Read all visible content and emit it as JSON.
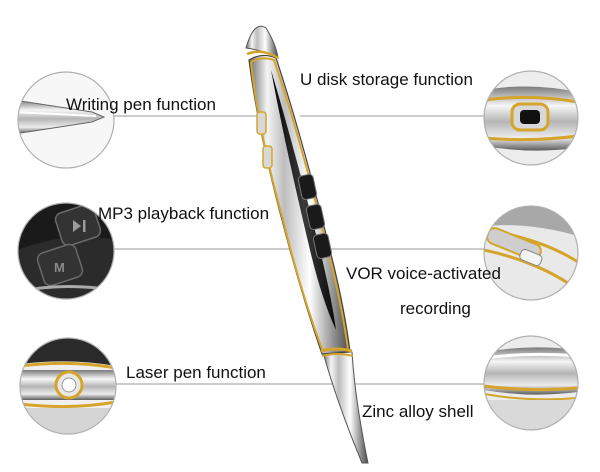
{
  "features": {
    "writing_pen": "Writing pen function",
    "u_disk": "U disk storage function",
    "mp3": "MP3 playback function",
    "vor_line1": "VOR voice-activated",
    "vor_line2": "recording",
    "laser": "Laser pen function",
    "shell": "Zinc alloy shell"
  },
  "colors": {
    "gold": "#d4a52a",
    "chrome_dark": "#2a2a2a",
    "chrome_light": "#f2f2f2",
    "line": "#9a9a9a"
  },
  "icons": {
    "mp3_button_top": "play-pause-icon",
    "mp3_button_bottom": "m-menu-icon"
  }
}
